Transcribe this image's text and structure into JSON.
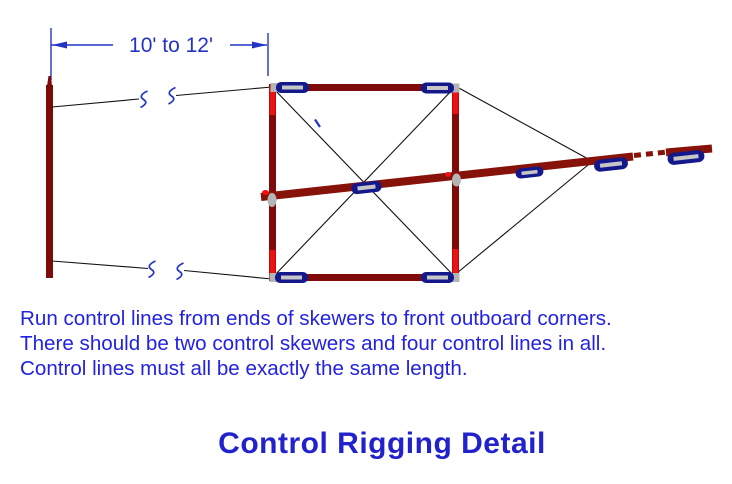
{
  "colors": {
    "background": "#FFFFFF",
    "frame_red": "#7E0A0A",
    "spine_red": "#871209",
    "bright_red": "#EE1111",
    "navy": "#13188A",
    "gray_fill": "#C6C6C6",
    "wrap_gray": "#B5B5B5",
    "line_black": "#111111",
    "dim_blue": "#2433C6",
    "text_blue": "#2222E0",
    "title_blue": "#2222CC"
  },
  "dimension": {
    "label": "10' to 12'"
  },
  "notes": {
    "lines": [
      "Run control lines from ends of skewers to front outboard corners.",
      "There should be two control skewers and four control lines in all.",
      "Control lines must all be exactly the same length."
    ]
  },
  "title": {
    "text": "Control Rigging Detail"
  }
}
